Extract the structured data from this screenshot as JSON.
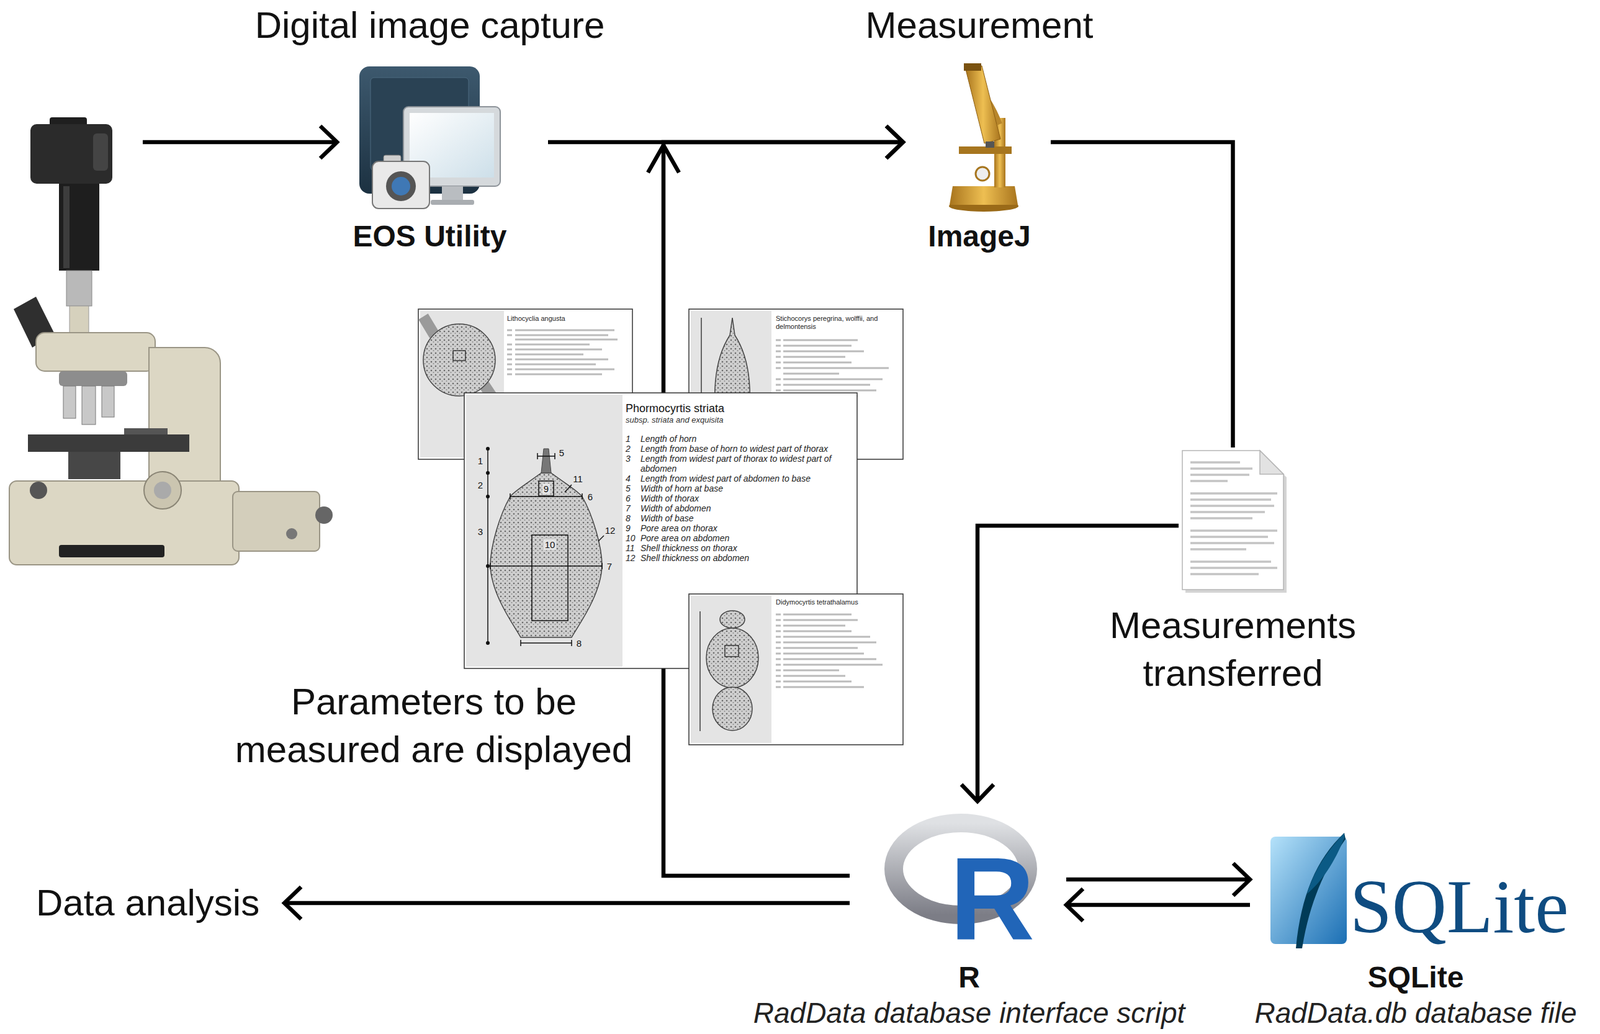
{
  "diagram": {
    "nodes": [
      {
        "text": [
          "Digital image capture",
          "EOS Utility"
        ]
      },
      {
        "text": [
          "Measurement",
          "ImageJ"
        ]
      },
      {
        "text": [
          "Lithocyclia angusta"
        ]
      },
      {
        "text": [
          "Stichocorys peregrina, wolffii, and delmontensis"
        ]
      },
      {
        "text": [
          "Phormocyrtis striata",
          "subsp. striata and exquisita",
          "1",
          "Length of horn",
          "2",
          "Length from base of horn to widest part of thorax",
          "3",
          "Length from widest part of thorax to widest part of abdomen",
          "4",
          "Length from widest part of abdomen to base",
          "5",
          "Width of horn at base",
          "6",
          "Width of thorax",
          "7",
          "Width of abdomen",
          "8",
          "Width of base",
          "9",
          "Pore area on thorax",
          "10",
          "Pore area on abdomen",
          "11",
          "Shell thickness on thorax",
          "12",
          "Shell thickness on abdomen"
        ]
      },
      {
        "text": [
          "Didymocyrtis tetrathalamus"
        ]
      },
      {
        "text": [
          "Measurements transferred"
        ]
      },
      {
        "text": [
          "Data analysis"
        ]
      },
      {
        "text": [
          "R",
          "RadData database interface script"
        ]
      },
      {
        "text": [
          "SQLite",
          "RadData.db database file"
        ]
      }
    ],
    "edges": [
      {
        "from": 0,
        "to": 1,
        "arrow": "to"
      },
      {
        "from": 1,
        "to": 6,
        "arrow": "none"
      },
      {
        "from": 6,
        "to": 8,
        "arrow": "to"
      },
      {
        "from": 8,
        "to": 1,
        "arrow": "to"
      },
      {
        "from": 8,
        "to": 9,
        "arrow": "to"
      },
      {
        "from": 9,
        "to": 8,
        "arrow": "to"
      },
      {
        "from": 8,
        "to": 7,
        "arrow": "to"
      }
    ],
    "labels": [
      "Parameters to be measured are displayed",
      "1",
      "2",
      "3",
      "5",
      "6",
      "7",
      "8",
      "9",
      "10",
      "11",
      "12",
      "R",
      "SQLite"
    ]
  }
}
